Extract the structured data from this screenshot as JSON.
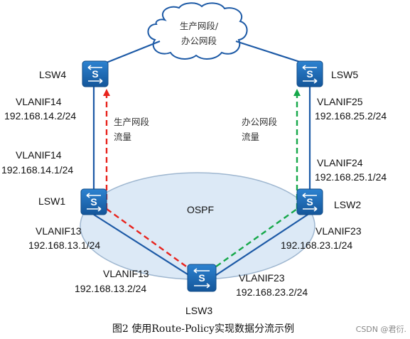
{
  "cloud": {
    "line1": "生产网段/",
    "line2": "办公网段"
  },
  "ospf_label": "OSPF",
  "switches": {
    "lsw1": {
      "name": "LSW1",
      "glyph": "S"
    },
    "lsw2": {
      "name": "LSW2",
      "glyph": "S"
    },
    "lsw3": {
      "name": "LSW3",
      "glyph": "S"
    },
    "lsw4": {
      "name": "LSW4",
      "glyph": "S"
    },
    "lsw5": {
      "name": "LSW5",
      "glyph": "S"
    }
  },
  "interfaces": {
    "lsw4_if": {
      "name": "VLANIF14",
      "ip": "192.168.14.2/24"
    },
    "lsw1_if14": {
      "name": "VLANIF14",
      "ip": "192.168.14.1/24"
    },
    "lsw1_if13": {
      "name": "VLANIF13",
      "ip": "192.168.13.1/24"
    },
    "lsw3_if13": {
      "name": "VLANIF13",
      "ip": "192.168.13.2/24"
    },
    "lsw5_if": {
      "name": "VLANIF25",
      "ip": "192.168.25.2/24"
    },
    "lsw2_if24": {
      "name": "VLANIF24",
      "ip": "192.168.25.1/24"
    },
    "lsw2_if23": {
      "name": "VLANIF23",
      "ip": "192.168.23.1/24"
    },
    "lsw3_if23": {
      "name": "VLANIF23",
      "ip": "192.168.23.2/24"
    }
  },
  "flows": {
    "production": {
      "line1": "生产网段",
      "line2": "流量",
      "color": "#e8231d"
    },
    "office": {
      "line1": "办公网段",
      "line2": "流量",
      "color": "#16a84a"
    }
  },
  "caption": "图2 使用Route-Policy实现数据分流示例",
  "watermark": "CSDN @君衍.",
  "colors": {
    "link": "#1d5aa6",
    "switch": "#1a69b5",
    "ospf_fill": "#dce9f6",
    "ospf_stroke": "#9fb7d0"
  }
}
